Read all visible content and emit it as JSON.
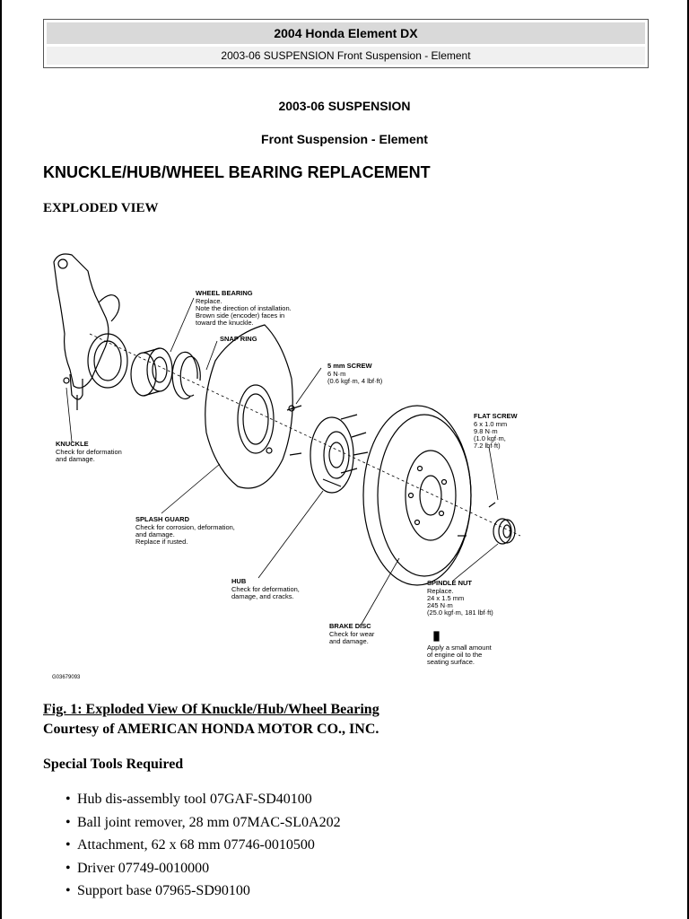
{
  "header": {
    "title": "2004 Honda Element DX",
    "subtitle": "2003-06 SUSPENSION Front Suspension - Element"
  },
  "section": "2003-06 SUSPENSION",
  "subsection": "Front Suspension - Element",
  "heading": "KNUCKLE/HUB/WHEEL BEARING REPLACEMENT",
  "subheading": "EXPLODED VIEW",
  "diagram": {
    "wheel_bearing": {
      "title": "WHEEL BEARING",
      "lines": [
        "Replace.",
        "Note the direction of installation.",
        "Brown side (encoder) faces in",
        "toward the knuckle."
      ]
    },
    "snap_ring": {
      "title": "SNAP RING"
    },
    "screw_5mm": {
      "title": "5 mm SCREW",
      "lines": [
        "6 N·m",
        "(0.6 kgf·m, 4 lbf·ft)"
      ]
    },
    "flat_screw": {
      "title": "FLAT SCREW",
      "lines": [
        "6 x 1.0 mm",
        "9.8 N·m",
        "(1.0 kgf·m,",
        "7.2 lbf·ft)"
      ]
    },
    "knuckle": {
      "title": "KNUCKLE",
      "lines": [
        "Check for deformation",
        "and damage."
      ]
    },
    "splash_guard": {
      "title": "SPLASH GUARD",
      "lines": [
        "Check for corrosion, deformation,",
        "and damage.",
        "Replace if rusted."
      ]
    },
    "hub": {
      "title": "HUB",
      "lines": [
        "Check for deformation,",
        "damage, and cracks."
      ]
    },
    "spindle_nut": {
      "title": "SPINDLE NUT",
      "lines": [
        "Replace.",
        "24 x 1.5 mm",
        "245 N·m",
        "(25.0 kgf·m, 181 lbf·ft)"
      ]
    },
    "brake_disc": {
      "title": "BRAKE DISC",
      "lines": [
        "Check for wear",
        "and damage."
      ]
    },
    "oil_note": {
      "lines": [
        "Apply a small amount",
        "of engine oil to the",
        "seating surface."
      ]
    },
    "figure_id": "G03679093"
  },
  "figure_caption": "Fig. 1: Exploded View Of Knuckle/Hub/Wheel Bearing",
  "courtesy": "Courtesy of AMERICAN HONDA MOTOR CO., INC.",
  "tools_heading": "Special Tools Required",
  "bullet": "•",
  "tools": [
    "Hub dis-assembly tool 07GAF-SD40100",
    "Ball joint remover, 28 mm 07MAC-SL0A202",
    "Attachment, 62 x 68 mm 07746-0010500",
    "Driver 07749-0010000",
    "Support base 07965-SD90100"
  ]
}
